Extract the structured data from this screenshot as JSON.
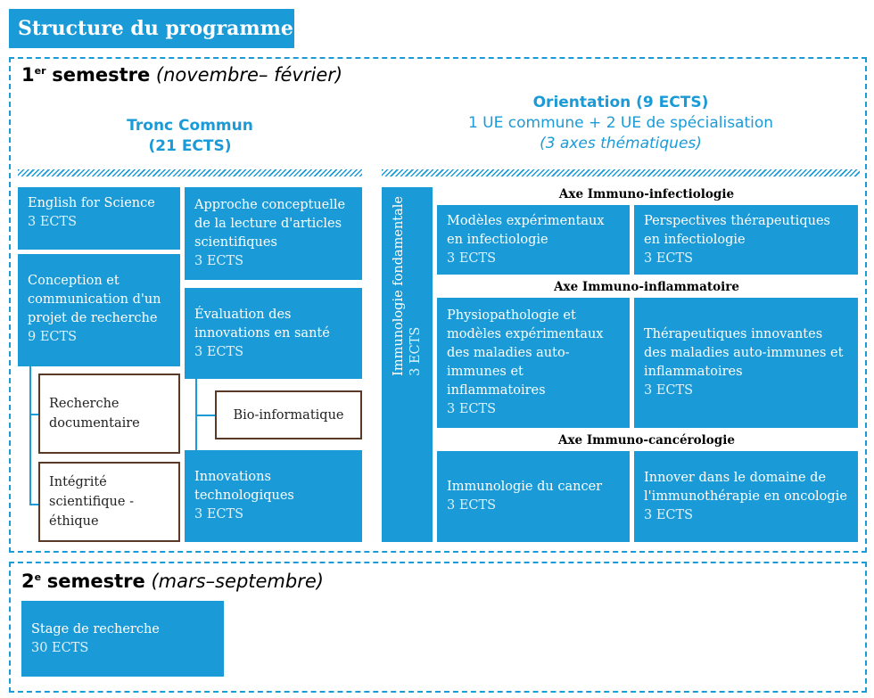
{
  "title": "Structure du programme",
  "semester1": {
    "num": "1",
    "sup": "er",
    "label": "semestre",
    "period": "(novembre– février)"
  },
  "tronc": {
    "heading_line1": "Tronc Commun",
    "heading_line2": "(21 ECTS)",
    "english": {
      "name": "English for Science",
      "ects": "3 ECTS"
    },
    "approche": {
      "name": "Approche conceptuelle de la lecture d'articles scientifiques",
      "ects": "3 ECTS"
    },
    "conception": {
      "name": "Conception et communication d'un projet de recherche",
      "ects": "9 ECTS"
    },
    "evaluation": {
      "name": "Évaluation des innovations en santé",
      "ects": "3 ECTS"
    },
    "recherche_doc": "Recherche documentaire",
    "integrite": "Intégrité scientifique - éthique",
    "bioinfo": "Bio-informatique",
    "innovations": {
      "name": "Innovations technologiques",
      "ects": "3 ECTS"
    }
  },
  "orientation": {
    "heading_line1": "Orientation (9 ECTS)",
    "heading_line2": "1 UE commune + 2 UE de spécialisation",
    "heading_line3": "(3 axes thématiques)",
    "immuno_fond": {
      "name": "Immunologie fondamentale",
      "ects": "3 ECTS"
    },
    "axes": [
      {
        "title": "Axe Immuno-infectiologie",
        "ues": [
          {
            "name": "Modèles expérimentaux en infectiologie",
            "ects": "3 ECTS"
          },
          {
            "name": "Perspectives thérapeutiques en infectiologie",
            "ects": "3 ECTS"
          }
        ]
      },
      {
        "title": "Axe Immuno-inflammatoire",
        "ues": [
          {
            "name": "Physiopathologie et modèles expérimentaux des maladies auto-immunes et inflammatoires",
            "ects": "3 ECTS"
          },
          {
            "name": "Thérapeutiques innovantes des maladies auto-immunes et inflammatoires",
            "ects": "3 ECTS"
          }
        ]
      },
      {
        "title": "Axe Immuno-cancérologie",
        "ues": [
          {
            "name": "Immunologie du cancer",
            "ects": "3 ECTS"
          },
          {
            "name": "Innover dans le domaine de l'immunothérapie en oncologie",
            "ects": "3 ECTS"
          }
        ]
      }
    ]
  },
  "semester2": {
    "num": "2",
    "sup": "e",
    "label": "semestre",
    "period": "(mars–septembre)",
    "stage": {
      "name": "Stage de recherche",
      "ects": "30 ECTS"
    }
  }
}
